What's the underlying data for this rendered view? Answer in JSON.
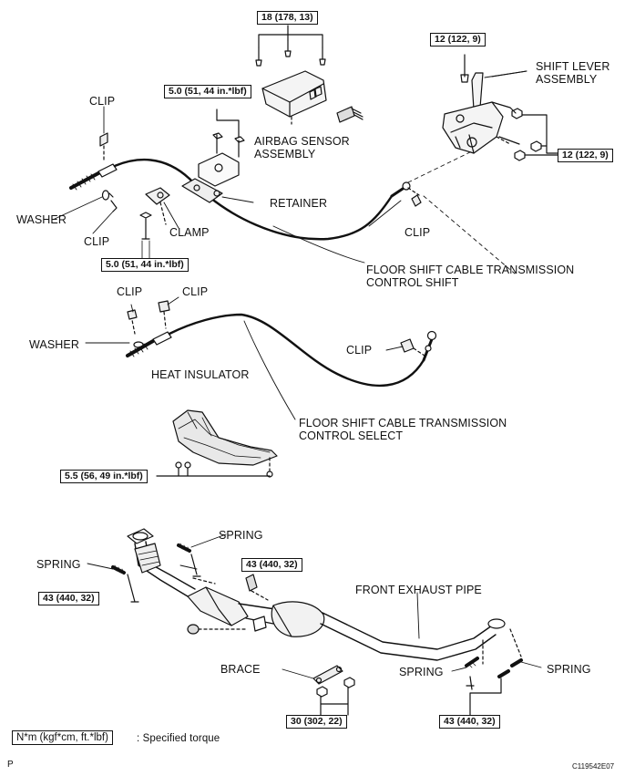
{
  "labels": {
    "clip_top_left": "CLIP",
    "washer_top": "WASHER",
    "clip_mid_left": "CLIP",
    "clamp": "CLAMP",
    "retainer": "RETAINER",
    "airbag_sensor": "AIRBAG SENSOR\nASSEMBLY",
    "shift_lever": "SHIFT LEVER\nASSEMBLY",
    "clip_right_top": "CLIP",
    "floor_shift_shift": "FLOOR SHIFT CABLE TRANSMISSION\nCONTROL SHIFT",
    "clip_select_a": "CLIP",
    "clip_select_b": "CLIP",
    "washer_select": "WASHER",
    "clip_select_right": "CLIP",
    "heat_insulator": "HEAT INSULATOR",
    "floor_shift_select": "FLOOR SHIFT CABLE TRANSMISSION\nCONTROL SELECT",
    "spring_top": "SPRING",
    "spring_left": "SPRING",
    "front_exhaust_pipe": "FRONT EXHAUST PIPE",
    "brace": "BRACE",
    "spring_bottom_a": "SPRING",
    "spring_bottom_b": "SPRING"
  },
  "torques": {
    "airbag": "18 (178, 13)",
    "shift_lever_top": "12 (122, 9)",
    "shift_lever_right": "12 (122, 9)",
    "bracket_top": "5.0 (51, 44 in.*lbf)",
    "bracket_bottom": "5.0 (51, 44 in.*lbf)",
    "heat_insulator": "5.5 (56, 49 in.*lbf)",
    "exhaust_top": "43 (440, 32)",
    "exhaust_left": "43 (440, 32)",
    "brace": "30 (302, 22)",
    "exhaust_right": "43 (440, 32)"
  },
  "legend": {
    "unit_box": "N*m (kgf*cm, ft.*lbf)",
    "description": ": Specified torque"
  },
  "footer": {
    "left_mark": "P",
    "figure_id": "C119542E07"
  }
}
